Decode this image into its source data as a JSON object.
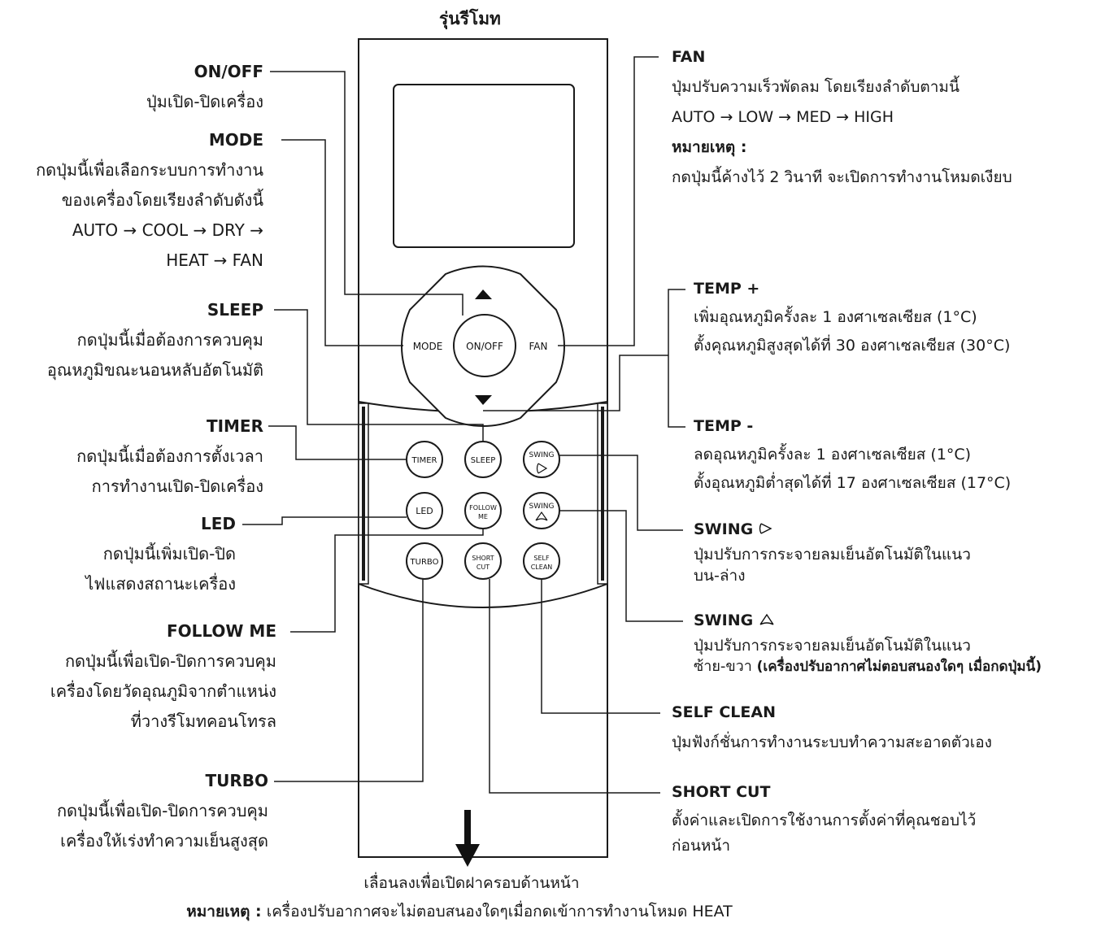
{
  "header": {
    "title": "รุ่นรีโมท"
  },
  "remote": {
    "pad": {
      "mode": "MODE",
      "onoff": "ON/OFF",
      "fan": "FAN"
    },
    "buttons": {
      "timer": "TIMER",
      "sleep": "SLEEP",
      "swing_v": "SWING",
      "led": "LED",
      "follow_l1": "FOLLOW",
      "follow_l2": "ME",
      "swing_h": "SWING",
      "turbo": "TURBO",
      "short_l1": "SHORT",
      "short_l2": "CUT",
      "self_l1": "SELF",
      "self_l2": "CLEAN"
    }
  },
  "left": {
    "onoff": {
      "title": "ON/OFF",
      "lines": [
        "ปุ่มเปิด-ปิดเครื่อง"
      ]
    },
    "mode": {
      "title": "MODE",
      "lines": [
        "กดปุ่มนี้เพื่อเลือกระบบการทำงาน",
        "ของเครื่องโดยเรียงลำดับดังนี้",
        "AUTO → COOL → DRY →",
        "HEAT → FAN"
      ]
    },
    "sleep": {
      "title": "SLEEP",
      "lines": [
        "กดปุ่มนี้เมื่อต้องการควบคุม",
        "อุณหภูมิขณะนอนหลับอัตโนมัติ"
      ]
    },
    "timer": {
      "title": "TIMER",
      "lines": [
        "กดปุ่มนี้เมื่อต้องการตั้งเวลา",
        "การทำงานเปิด-ปิดเครื่อง"
      ]
    },
    "led": {
      "title": "LED",
      "lines": [
        "กดปุ่มนี้เพิ่มเปิด-ปิด",
        "ไฟแสดงสถานะเครื่อง"
      ]
    },
    "follow": {
      "title": "FOLLOW ME",
      "lines": [
        "กดปุ่มนี้เพื่อเปิด-ปิดการควบคุม",
        "เครื่องโดยวัดอุณภูมิจากตำแหน่ง",
        "ที่วางรีโมทคอนโทรล"
      ]
    },
    "turbo": {
      "title": "TURBO",
      "lines": [
        "กดปุ่มนี้เพื่อเปิด-ปิดการควบคุม",
        "เครื่องให้เร่งทำความเย็นสูงสุด"
      ]
    }
  },
  "right": {
    "fan": {
      "title": "FAN",
      "lines": [
        "ปุ่มปรับความเร็วพัดลม โดยเรียงลำดับตามนี้",
        "AUTO → LOW → MED → HIGH"
      ],
      "note_title": "หมายเหตุ :",
      "note": "กดปุ่มนี้ค้างไว้ 2 วินาที จะเปิดการทำงานโหมดเงียบ"
    },
    "temp_up": {
      "title": "TEMP +",
      "lines": [
        "เพิ่มอุณหภูมิครั้งละ 1 องศาเซลเซียส (1°C)",
        "ตั้งคุณหภูมิสูงสุดได้ที่ 30 องศาเซลเซียส (30°C)"
      ]
    },
    "temp_down": {
      "title": "TEMP -",
      "lines": [
        "ลดอุณหภูมิครั้งละ 1 องศาเซลเซียส (1°C)",
        "ตั้งอุณหภูมิต่ำสุดได้ที่ 17 องศาเซลเซียส (17°C)"
      ]
    },
    "swing_v": {
      "title": "SWING",
      "lines": [
        "ปุ่มปรับการกระจายลมเย็นอัตโนมัติในแนว",
        "บน-ล่าง"
      ]
    },
    "swing_h": {
      "title": "SWING",
      "line1": "ปุ่มปรับการกระจายลมเย็นอัตโนมัติในแนว",
      "line2": "ซ้าย-ขวา",
      "line2_bold": "(เครื่องปรับอากาศไม่ตอบสนองใดๆ เมื่อกดปุ่มนี้)"
    },
    "self_clean": {
      "title": "SELF CLEAN",
      "lines": [
        "ปุ่มฟังก์ชั่นการทำงานระบบทำความสะอาดตัวเอง"
      ]
    },
    "short_cut": {
      "title": "SHORT CUT",
      "lines": [
        "ตั้งค่าและเปิดการใช้งานการตั้งค่าที่คุณชอบไว้",
        "ก่อนหน้า"
      ]
    }
  },
  "footer": {
    "slide": "เลื่อนลงเพื่อเปิดฝาครอบด้านหน้า",
    "note_title": "หมายเหตุ :",
    "note": " เครื่องปรับอากาศจะไม่ตอบสนองใดๆเมื่อกดเข้าการทำงานโหมด HEAT"
  }
}
